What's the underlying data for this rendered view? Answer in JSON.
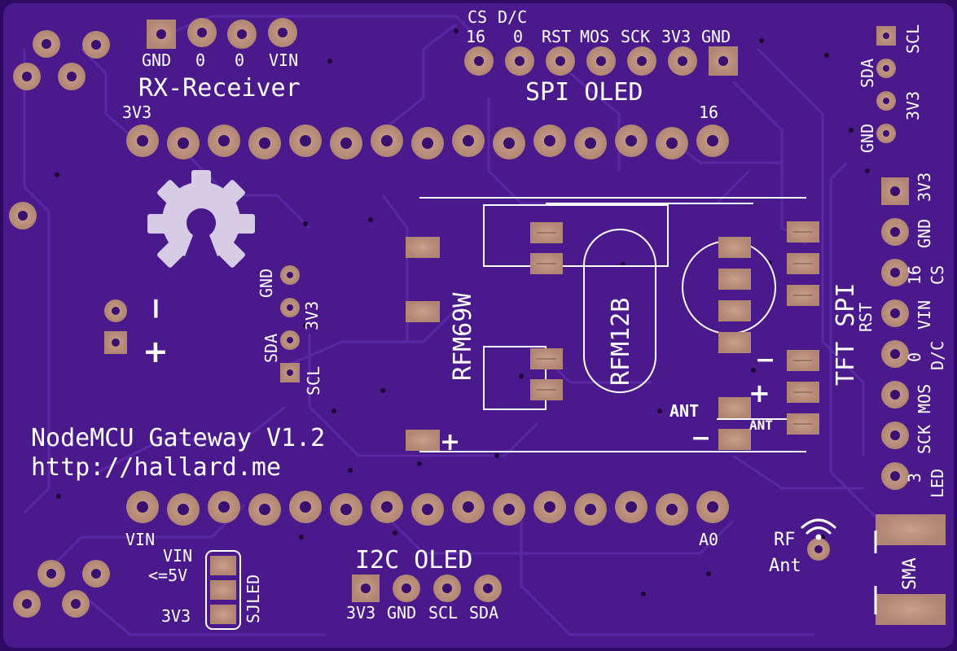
{
  "board": {
    "title": "NodeMCU Gateway V1.2",
    "url": "http://hallard.me",
    "colors": {
      "pcb": "#4a1a8c",
      "pcb_edge": "#2d0b63",
      "trace": "#5a2aa8",
      "pad": "#b8917e",
      "pad_hole": "#3a1070",
      "silk": "#ffffff"
    }
  },
  "labels": {
    "rx_title": "RX-Receiver",
    "rx_gnd": "GND",
    "rx_0a": "0",
    "rx_0b": "0",
    "rx_vin": "VIN",
    "spi_cs": "CS",
    "spi_dc": "D/C",
    "spi_16": "16",
    "spi_0": "0",
    "spi_rst": "RST",
    "spi_mos": "MOS",
    "spi_sck": "SCK",
    "spi_3v3": "3V3",
    "spi_gnd": "GND",
    "spi_title": "SPI OLED",
    "i2c_scl": "SCL",
    "i2c_sda": "SDA",
    "i2c_3v3": "3V3",
    "i2c_gnd": "GND",
    "mcu_3v3": "3V3",
    "mcu_16": "16",
    "mcu_vin": "VIN",
    "mcu_a0": "A0",
    "mid_gnd": "GND",
    "mid_3v3": "3V3",
    "mid_sda": "SDA",
    "mid_scl": "SCL",
    "pwr_minus": "−",
    "pwr_plus": "+",
    "rfm69": "RFM69W",
    "rfm12": "RFM12B",
    "tft_title": "TFT SPI",
    "tft_rst": "RST",
    "tft_3v3": "3V3",
    "tft_gnd": "GND",
    "tft_16": "16",
    "tft_cs": "CS",
    "tft_vin": "VIN",
    "tft_0": "0",
    "tft_dc": "D/C",
    "tft_mos": "MOS",
    "tft_sck": "SCK",
    "tft_3": "3",
    "tft_led": "LED",
    "ant_a": "ANT",
    "ant_b": "ANT",
    "minus_a": "−",
    "plus_a": "+",
    "minus_b": "−",
    "plus_b": "+",
    "rf": "RF",
    "ant": "Ant",
    "sma": "SMA",
    "j_vin": "VIN",
    "j_le5v": "<=5V",
    "j_3v3": "3V3",
    "j_sjled": "SJLED",
    "i2c_oled_title": "I2C OLED",
    "i2c_b_3v3": "3V3",
    "i2c_b_gnd": "GND",
    "i2c_b_scl": "SCL",
    "i2c_b_sda": "SDA"
  }
}
